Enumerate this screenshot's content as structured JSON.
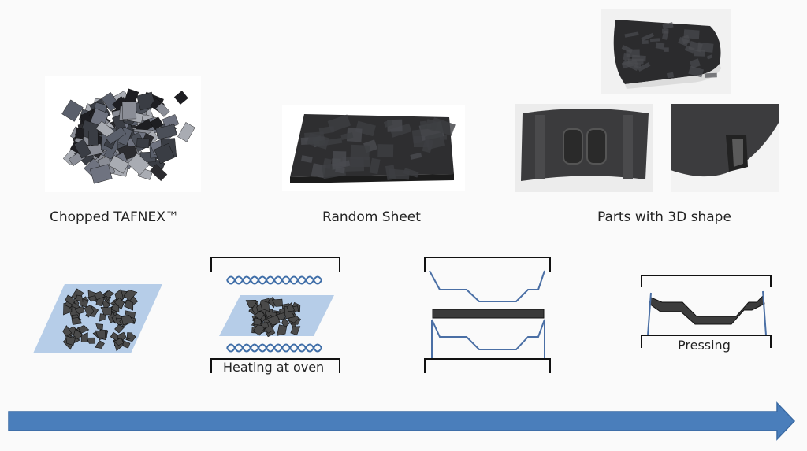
{
  "labels": {
    "chopped": "Chopped TAFNEX™",
    "random_sheet": "Random Sheet",
    "parts": "Parts with 3D shape",
    "heating": "Heating at oven",
    "pressing": "Pressing"
  },
  "colors": {
    "background": "#fafafa",
    "arrow": "#4a7ebb",
    "arrow_stroke": "#3a6aa3",
    "plane": "#b6cde8",
    "heater": "#3f6ea8",
    "mold": "#4a6fa5",
    "dark_part": "#3a3a3a",
    "chip": "#4a4a4a"
  },
  "icons": {
    "chopped_photo": "pile-of-chopped-carbon-tape-image",
    "sheet_photo": "random-sheet-image",
    "part_top": "molded-part-image",
    "part_left": "hood-part-image",
    "part_right": "bracket-part-image"
  }
}
